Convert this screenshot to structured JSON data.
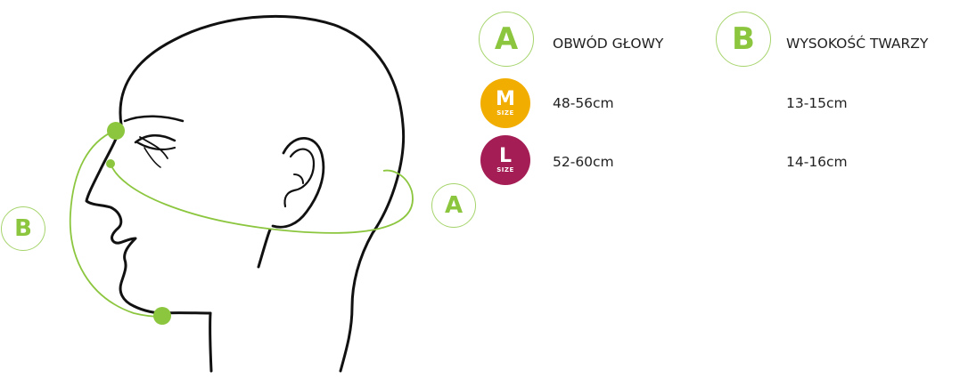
{
  "colors": {
    "accent_green": "#8cc63f",
    "ring_green": "#a6d46c",
    "size_m": "#f2ae00",
    "size_l": "#a51d55",
    "outline": "#111111"
  },
  "icons": {
    "head": "head-profile-icon",
    "dot": "measurement-point-icon"
  },
  "diagram": {
    "label_a": "A",
    "label_b": "B"
  },
  "legend": {
    "a": {
      "letter": "A",
      "title": "OBWÓD GŁOWY"
    },
    "b": {
      "letter": "B",
      "title": "WYSOKOŚĆ TWARZY"
    },
    "sizes": [
      {
        "letter": "M",
        "sub": "SIZE",
        "a_value": "48-56cm",
        "b_value": "13-15cm"
      },
      {
        "letter": "L",
        "sub": "SIZE",
        "a_value": "52-60cm",
        "b_value": "14-16cm"
      }
    ]
  }
}
